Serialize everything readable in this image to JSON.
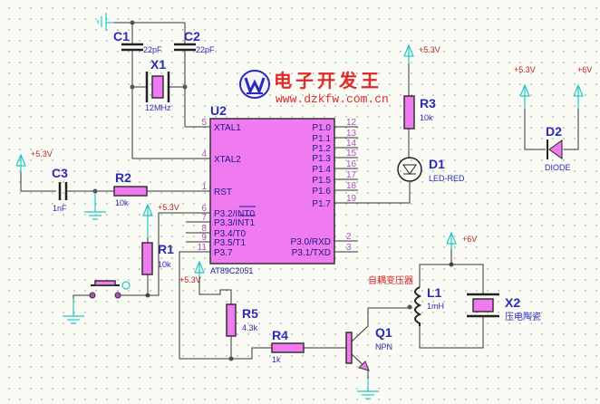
{
  "colors": {
    "component_fill": "#f07af0",
    "wire": "#333333",
    "power_symbol": "#20c8c8",
    "ref_text": "#2a2ab8",
    "power_text": "#c02020",
    "pin_number": "#b050c0",
    "logo_red": "#e02828"
  },
  "logo": {
    "chinese": "电子开发王",
    "url": "www.dzkfw.com.cn",
    "icon": "w-logo-icon"
  },
  "components": {
    "C1": {
      "ref": "C1",
      "value": "22pF"
    },
    "C2": {
      "ref": "C2",
      "value": "22pF"
    },
    "C3": {
      "ref": "C3",
      "value": "1nF"
    },
    "X1": {
      "ref": "X1",
      "value": "12MHz"
    },
    "X2": {
      "ref": "X2",
      "value": "压电陶瓷"
    },
    "R1": {
      "ref": "R1",
      "value": "10k"
    },
    "R2": {
      "ref": "R2",
      "value": "10k"
    },
    "R3": {
      "ref": "R3",
      "value": "10k"
    },
    "R4": {
      "ref": "R4",
      "value": "1k"
    },
    "R5": {
      "ref": "R5",
      "value": "4.3k"
    },
    "D1": {
      "ref": "D1",
      "value": "LED-RED"
    },
    "D2": {
      "ref": "D2",
      "value": "DIODE"
    },
    "L1": {
      "ref": "L1",
      "value": "1mH",
      "note": "自耦变压器"
    },
    "Q1": {
      "ref": "Q1",
      "value": "NPN"
    },
    "U2": {
      "ref": "U2",
      "value": "AT89C2051",
      "left_pins": [
        {
          "num": "5",
          "name": "XTAL1"
        },
        {
          "num": "4",
          "name": "XTAL2"
        },
        {
          "num": "1",
          "name": "RST"
        },
        {
          "num": "6",
          "name": "P3.2/INT0"
        },
        {
          "num": "7",
          "name": "P3.3/INT1"
        },
        {
          "num": "8",
          "name": "P3.4/T0"
        },
        {
          "num": "9",
          "name": "P3.5/T1"
        },
        {
          "num": "11",
          "name": "P3.7"
        }
      ],
      "right_pins": [
        {
          "num": "12",
          "name": "P1.0"
        },
        {
          "num": "13",
          "name": "P1.1"
        },
        {
          "num": "14",
          "name": "P1.2"
        },
        {
          "num": "15",
          "name": "P1.3"
        },
        {
          "num": "16",
          "name": "P1.4"
        },
        {
          "num": "17",
          "name": "P1.5"
        },
        {
          "num": "18",
          "name": "P1.6"
        },
        {
          "num": "19",
          "name": "P1.7"
        },
        {
          "num": "2",
          "name": "P3.0/RXD"
        },
        {
          "num": "3",
          "name": "P3.1/TXD"
        }
      ]
    }
  },
  "power_labels": {
    "v53": "+5.3V",
    "v6": "+6V"
  }
}
